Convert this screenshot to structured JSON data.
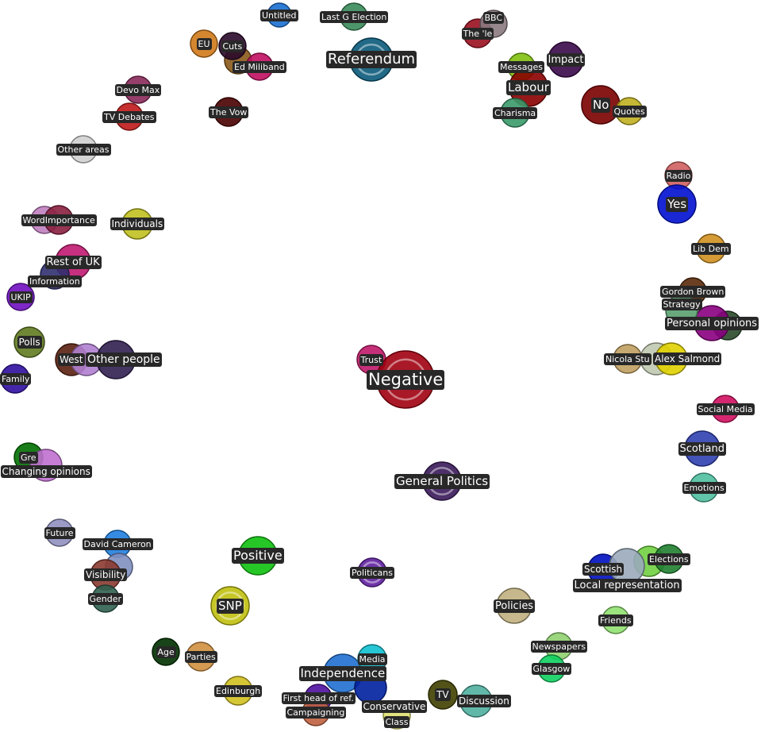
{
  "nodes": [
    {
      "label": "Untitled",
      "color": "#1a6fd0"
    },
    {
      "label": "Last G Election",
      "color": "#3a8a5a"
    },
    {
      "label": "Referendum",
      "color": "#0a5a7a"
    },
    {
      "label": "EU",
      "color": "#d07a1a"
    },
    {
      "label": "",
      "color": "#8a5a1a"
    },
    {
      "label": "Cuts",
      "color": "#2a0a2a"
    },
    {
      "label": "Ed Miliband",
      "color": "#c01060"
    },
    {
      "label": "The Vow",
      "color": "#4a0000"
    },
    {
      "label": "Devo Max",
      "color": "#8a2a5a"
    },
    {
      "label": "TV Debates",
      "color": "#c01a1a"
    },
    {
      "label": "Other areas",
      "color": "#d0d0d0"
    },
    {
      "label": "The 'le",
      "color": "#9a1020"
    },
    {
      "label": "BBC",
      "color": "#8a7a80"
    },
    {
      "label": "Messages",
      "color": "#80c010"
    },
    {
      "label": "Impact",
      "color": "#3a0a4a"
    },
    {
      "label": "Labour",
      "color": "#8a0000"
    },
    {
      "label": "Charisma",
      "color": "#3a9a6a"
    },
    {
      "label": "No",
      "color": "#7a0000"
    },
    {
      "label": "Quotes",
      "color": "#c0b020"
    },
    {
      "label": "Radio",
      "color": "#d06060"
    },
    {
      "label": "Yes",
      "color": "#0010d0"
    },
    {
      "label": "Lib Dem",
      "color": "#d09020"
    },
    {
      "label": "Gordon Brown",
      "color": "#5a2a0a"
    },
    {
      "label": "",
      "color": "#2a4a2a"
    },
    {
      "label": "Personal opinions",
      "color": "#8a0080"
    },
    {
      "label": "Strategy",
      "color": "#5aa070"
    },
    {
      "label": "Nicola Stu",
      "color": "#c0a060"
    },
    {
      "label": "",
      "color": "#c0c8b0"
    },
    {
      "label": "Alex Salmond",
      "color": "#e0d000"
    },
    {
      "label": "Social Media",
      "color": "#d01060"
    },
    {
      "label": "Scotland",
      "color": "#3040b0"
    },
    {
      "label": "Emotions",
      "color": "#50c0a0"
    },
    {
      "label": "Trust",
      "color": "#c01a6a"
    },
    {
      "label": "Negative",
      "color": "#a00010"
    },
    {
      "label": "General Politics",
      "color": "#3a1a5a"
    },
    {
      "label": "",
      "color": "#c080c0"
    },
    {
      "label": "WordImportance",
      "color": "#8a2040"
    },
    {
      "label": "Individuals",
      "color": "#c0c020"
    },
    {
      "label": "Rest of UK",
      "color": "#c01a70"
    },
    {
      "label": "Information",
      "color": "#303070"
    },
    {
      "label": "UKIP",
      "color": "#7010c0"
    },
    {
      "label": "Polls",
      "color": "#607a20"
    },
    {
      "label": "West",
      "color": "#5a2010"
    },
    {
      "label": "",
      "color": "#b080d0"
    },
    {
      "label": "Other people",
      "color": "#302050"
    },
    {
      "label": "Family",
      "color": "#3010a0"
    },
    {
      "label": "Gre",
      "color": "#007000"
    },
    {
      "label": "Changing opinions",
      "color": "#c070d0"
    },
    {
      "label": "Future",
      "color": "#9090c0"
    },
    {
      "label": "David Cameron",
      "color": "#2080e0"
    },
    {
      "label": "",
      "color": "#8090c0"
    },
    {
      "label": "Visibility",
      "color": "#8a3a30"
    },
    {
      "label": "Gender",
      "color": "#306050"
    },
    {
      "label": "Positive",
      "color": "#10c010"
    },
    {
      "label": "SNP",
      "color": "#c0c010"
    },
    {
      "label": "Politicans",
      "color": "#6020a0"
    },
    {
      "label": "Policies",
      "color": "#c0b080"
    },
    {
      "label": "Age",
      "color": "#003000"
    },
    {
      "label": "Parties",
      "color": "#d09040"
    },
    {
      "label": "Edinburgh",
      "color": "#d0c020"
    },
    {
      "label": "Independence",
      "color": "#2070d0"
    },
    {
      "label": "First head of ref.",
      "color": "#5010a0"
    },
    {
      "label": "Campaigning",
      "color": "#c06040"
    },
    {
      "label": "Media",
      "color": "#10c0d0"
    },
    {
      "label": "Conservative",
      "color": "#0020a0"
    },
    {
      "label": "Class",
      "color": "#e0e070"
    },
    {
      "label": "TV",
      "color": "#404000"
    },
    {
      "label": "Discussion",
      "color": "#50b0a0"
    },
    {
      "label": "Friends",
      "color": "#90e070"
    },
    {
      "label": "Newspapers",
      "color": "#90d070"
    },
    {
      "label": "Glasgow",
      "color": "#10d060"
    },
    {
      "label": "Scottish",
      "color": "#0010c0"
    },
    {
      "label": "",
      "color": "#70d040"
    },
    {
      "label": "Elections",
      "color": "#208030"
    },
    {
      "label": "Local representation",
      "color": "#9aaabb"
    }
  ]
}
